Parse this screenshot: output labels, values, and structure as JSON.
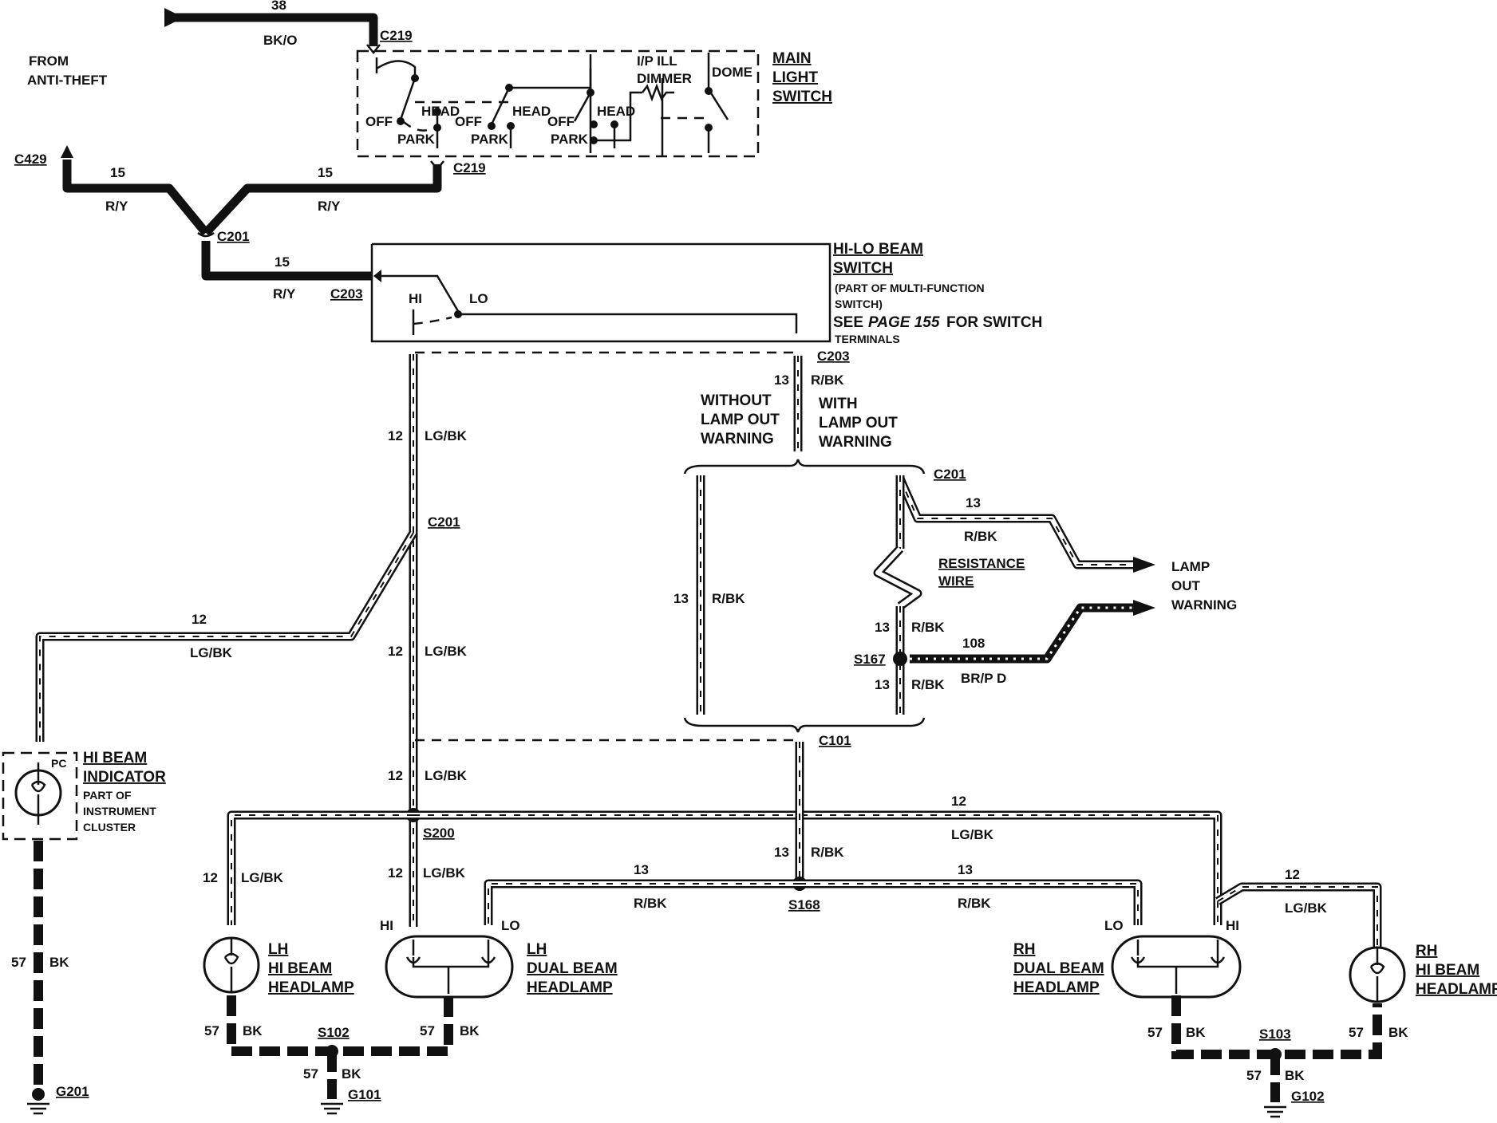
{
  "connectors": {
    "c219_top": "C219",
    "c219_bottom": "C219",
    "c429": "C429",
    "c201_a": "C201",
    "c203_a": "C203",
    "c203_b": "C203",
    "c201_b": "C201",
    "c201_c": "C201",
    "c101": "C101"
  },
  "splices": {
    "s167": "S167",
    "s200": "S200",
    "s168": "S168",
    "s102": "S102",
    "s103": "S103"
  },
  "grounds": {
    "g201": "G201",
    "g101": "G101",
    "g102": "G102"
  },
  "source": {
    "line1": "FROM",
    "line2": "ANTI-THEFT",
    "circuit": "38",
    "color": "BK/O"
  },
  "main_light_switch": {
    "title1": "MAIN",
    "title2": "LIGHT",
    "title3": "SWITCH",
    "off": "OFF",
    "head": "HEAD",
    "park": "PARK",
    "ipill1": "I/P ILL",
    "ipill2": "DIMMER",
    "dome": "DOME"
  },
  "hilo_switch": {
    "title1": "HI-LO BEAM",
    "title2": "SWITCH",
    "part1": "(PART OF MULTI-FUNCTION",
    "part2": "SWITCH)",
    "see_a": "SEE",
    "see_b": "PAGE 155",
    "see_c": "FOR SWITCH",
    "terminals": "TERMINALS",
    "hi": "HI",
    "lo": "LO"
  },
  "wires": {
    "w15": "15",
    "ry": "R/Y",
    "w12": "12",
    "lgbk": "LG/BK",
    "w13": "13",
    "rbk": "R/BK",
    "w108": "108",
    "brpd": "BR/P D",
    "w57": "57",
    "bk": "BK"
  },
  "options": {
    "without1": "WITHOUT",
    "without2": "LAMP OUT",
    "without3": "WARNING",
    "with1": "WITH",
    "with2": "LAMP OUT",
    "with3": "WARNING"
  },
  "resistance": {
    "line1": "RESISTANCE",
    "line2": "WIRE"
  },
  "lamp_out": {
    "line1": "LAMP",
    "line2": "OUT",
    "line3": "WARNING"
  },
  "indicator": {
    "title1": "HI BEAM",
    "title2": "INDICATOR",
    "part1": "PART OF",
    "part2": "INSTRUMENT",
    "part3": "CLUSTER",
    "pc": "PC"
  },
  "lamps": {
    "lh_hi1": "LH",
    "lh_hi2": "HI BEAM",
    "lh_hi3": "HEADLAMP",
    "lh_dual1": "LH",
    "lh_dual2": "DUAL BEAM",
    "lh_dual3": "HEADLAMP",
    "rh_dual1": "RH",
    "rh_dual2": "DUAL BEAM",
    "rh_dual3": "HEADLAMP",
    "rh_hi1": "RH",
    "rh_hi2": "HI BEAM",
    "rh_hi3": "HEADLAMP",
    "hi": "HI",
    "lo": "LO"
  }
}
